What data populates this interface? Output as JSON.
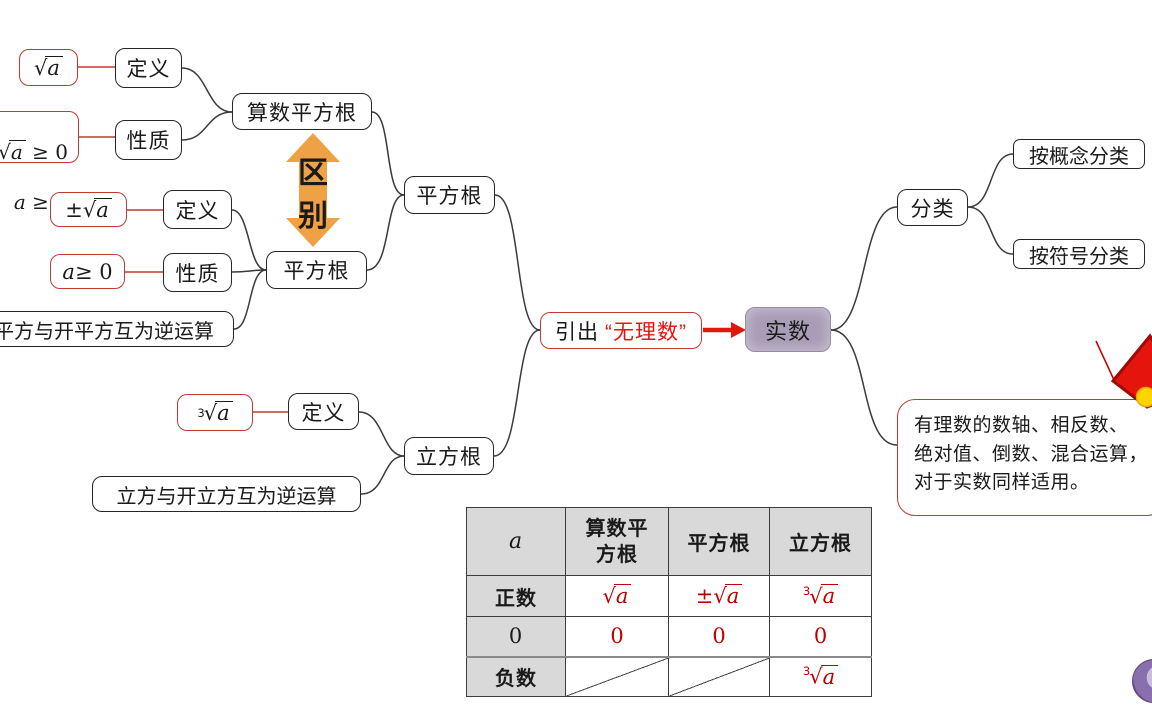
{
  "nodes": {
    "definition": "定义",
    "property": "性质",
    "arith_sqrt": "算数平方根",
    "sqrt_sub": "平方根",
    "sqrt_main": "平方根",
    "cube_main": "立方根",
    "sq_inverse": "平方与开平方互为逆运算",
    "cube_inverse": "立方与开立方互为逆运算",
    "difference": "区\n别",
    "lead_in_black": "引出",
    "lead_in_red": "“无理数”",
    "real": "实数",
    "classify": "分类",
    "by_concept": "按概念分类",
    "by_symbol": "按符号分类",
    "note": "有理数的数轴、相反数、\n绝对值、倒数、混合运算，\n对于实数同样适用。"
  },
  "formulas": {
    "sqrt_sign": "√",
    "radicand": "a",
    "cube_index": "3",
    "pm": "±",
    "a_var": "a",
    "ge_zero": " ≥ 0",
    "zero": "0"
  },
  "table": {
    "headers": {
      "col_a": "a",
      "col_arith": "算数平\n方根",
      "col_sqrt": "平方根",
      "col_cube": "立方根"
    },
    "rows": {
      "positive": "正数",
      "zero": "0",
      "negative": "负数"
    }
  },
  "colors": {
    "node_red_border": "#C23B32",
    "bright_red": "#E1170E",
    "table_red": "#C00000",
    "orange_arrow": "#EFA146",
    "purple_node": "#A89CB6",
    "table_gray": "#D9D9D9"
  }
}
